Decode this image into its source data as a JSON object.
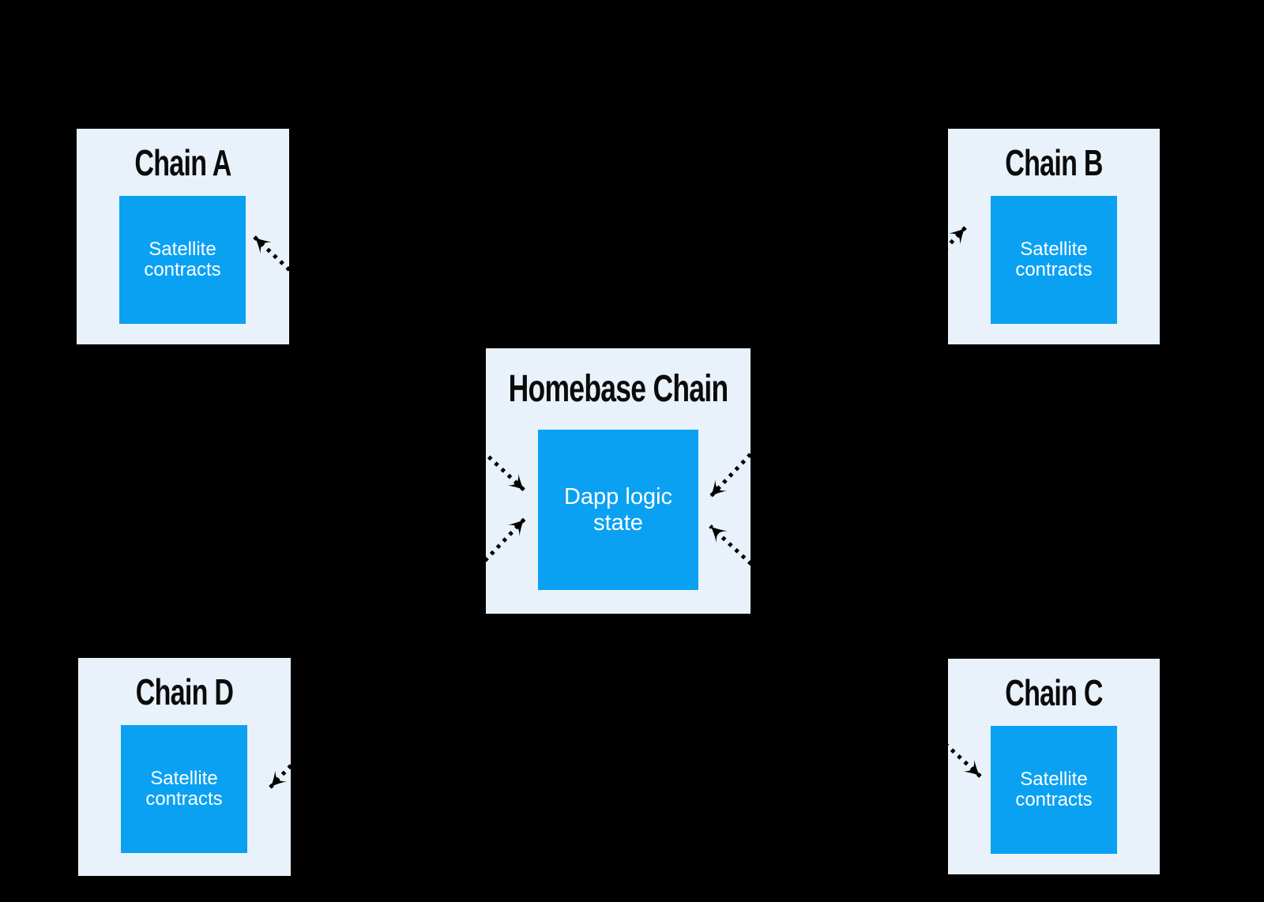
{
  "colors": {
    "background": "#000000",
    "panel": "#e9f2fb",
    "box": "#0aa1f3",
    "title_text": "#0b0b0b",
    "box_text": "#ffffff",
    "arrow": "#000000"
  },
  "nodes": {
    "homebase": {
      "title": "Homebase Chain",
      "label": "Dapp logic\nstate"
    },
    "chain_a": {
      "title": "Chain A",
      "label": "Satellite\ncontracts"
    },
    "chain_b": {
      "title": "Chain B",
      "label": "Satellite\ncontracts"
    },
    "chain_c": {
      "title": "Chain C",
      "label": "Satellite\ncontracts"
    },
    "chain_d": {
      "title": "Chain D",
      "label": "Satellite\ncontracts"
    }
  },
  "edges": [
    {
      "from": "chain_a",
      "to": "homebase",
      "style": "dotted",
      "arrows": "both"
    },
    {
      "from": "chain_b",
      "to": "homebase",
      "style": "dotted",
      "arrows": "both"
    },
    {
      "from": "chain_c",
      "to": "homebase",
      "style": "dotted",
      "arrows": "both"
    },
    {
      "from": "chain_d",
      "to": "homebase",
      "style": "dotted",
      "arrows": "both"
    }
  ]
}
